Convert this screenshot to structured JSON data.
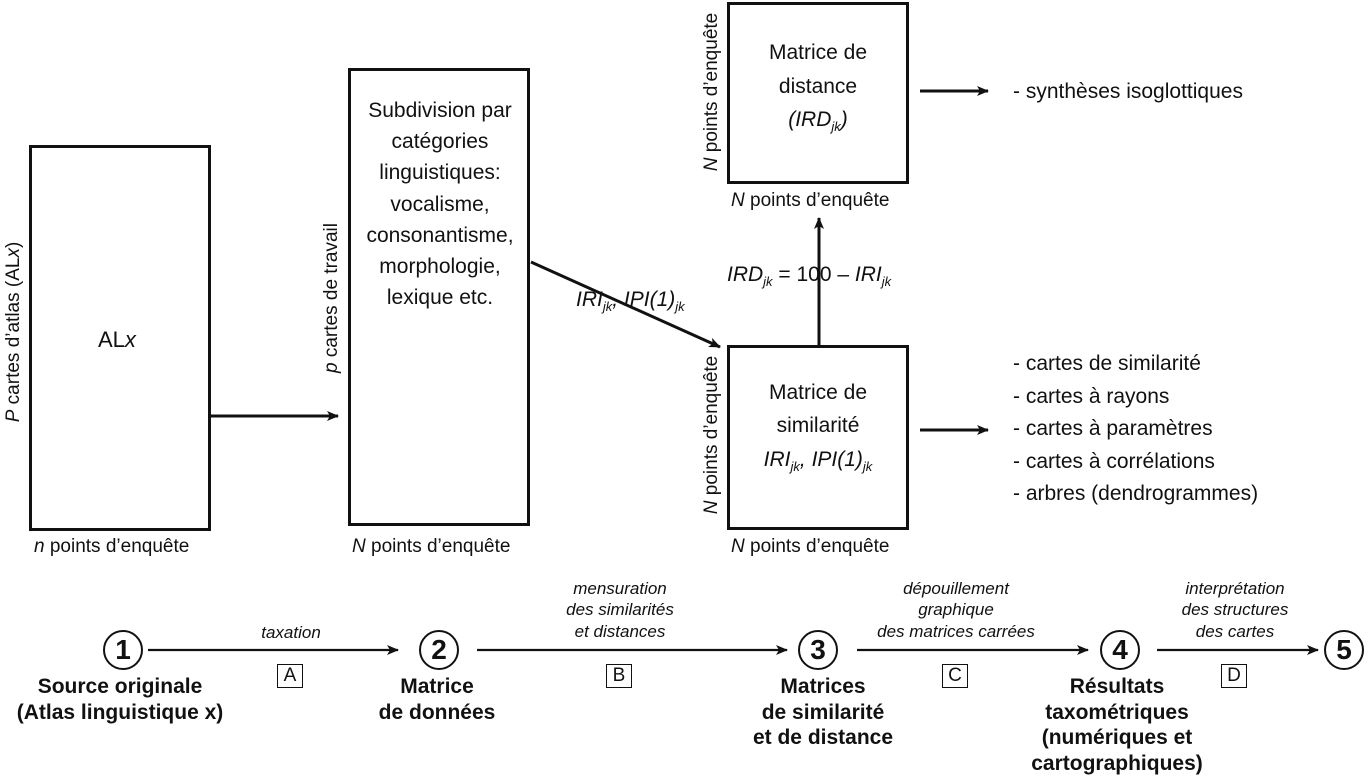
{
  "boxes": {
    "alx": {
      "label": "ALx",
      "label_main": "AL",
      "label_var": "x",
      "left_label": "P cartes d'atlas (ALx)",
      "bottom_label": "n points d'enquête"
    },
    "subdivision": {
      "lines": [
        "Subdivision par",
        "catégories",
        "linguistiques:",
        "vocalisme,",
        "consonantisme,",
        "morphologie,",
        "lexique etc."
      ],
      "left_label": "p cartes de travail",
      "bottom_label": "N points d'enquête"
    },
    "similarity": {
      "line1": "Matrice de",
      "line2": "similarité",
      "formula": "IRIjk, IPI(1)jk",
      "left_label": "N points d'enquête",
      "bottom_label": "N points d'enquête"
    },
    "distance": {
      "line1": "Matrice de",
      "line2": "distance",
      "formula": "(IRDjk)",
      "left_label": "N points d'enquête",
      "bottom_label": "N points d'enquête"
    }
  },
  "arrow_labels": {
    "iri_ipi": "IRIjk, IPI(1)jk",
    "ird_formula": "IRDjk = 100 – IRIjk"
  },
  "outputs": {
    "distance": [
      "- synthèses isoglottiques"
    ],
    "similarity": [
      "- cartes de similarité",
      "- cartes à rayons",
      "- cartes à paramètres",
      "- cartes à corrélations",
      "- arbres (dendrogrammes)"
    ]
  },
  "process": {
    "steps": [
      {
        "number": "1",
        "lines": [
          "Source originale",
          "(Atlas linguistique x)"
        ]
      },
      {
        "number": "2",
        "lines": [
          "Matrice",
          "de données"
        ]
      },
      {
        "number": "3",
        "lines": [
          "Matrices",
          "de similarité",
          "et de distance"
        ]
      },
      {
        "number": "4",
        "lines": [
          "Résultats",
          "taxométriques",
          "(numériques et",
          "cartographiques)"
        ]
      },
      {
        "number": "5",
        "lines": []
      }
    ],
    "transitions": [
      {
        "letter": "A",
        "lines": [
          "taxation"
        ]
      },
      {
        "letter": "B",
        "lines": [
          "mensuration",
          "des similarités",
          "et distances"
        ]
      },
      {
        "letter": "C",
        "lines": [
          "dépouillement",
          "graphique",
          "des matrices carrées"
        ]
      },
      {
        "letter": "D",
        "lines": [
          "interprétation",
          "des structures",
          "des cartes"
        ]
      }
    ]
  }
}
